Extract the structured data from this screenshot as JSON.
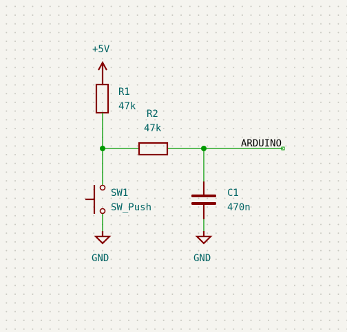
{
  "power": {
    "vcc_label": "+5V",
    "gnd_label": "GND"
  },
  "components": {
    "r1": {
      "ref": "R1",
      "value": "47k"
    },
    "r2": {
      "ref": "R2",
      "value": "47k"
    },
    "c1": {
      "ref": "C1",
      "value": "470n"
    },
    "sw1": {
      "ref": "SW1",
      "value": "SW_Push"
    }
  },
  "nets": {
    "arduino_label": "ARDUINO"
  },
  "colors": {
    "wire": "#009900",
    "symbol": "#840000",
    "label": "#006464",
    "background": "#f5f4ef"
  }
}
